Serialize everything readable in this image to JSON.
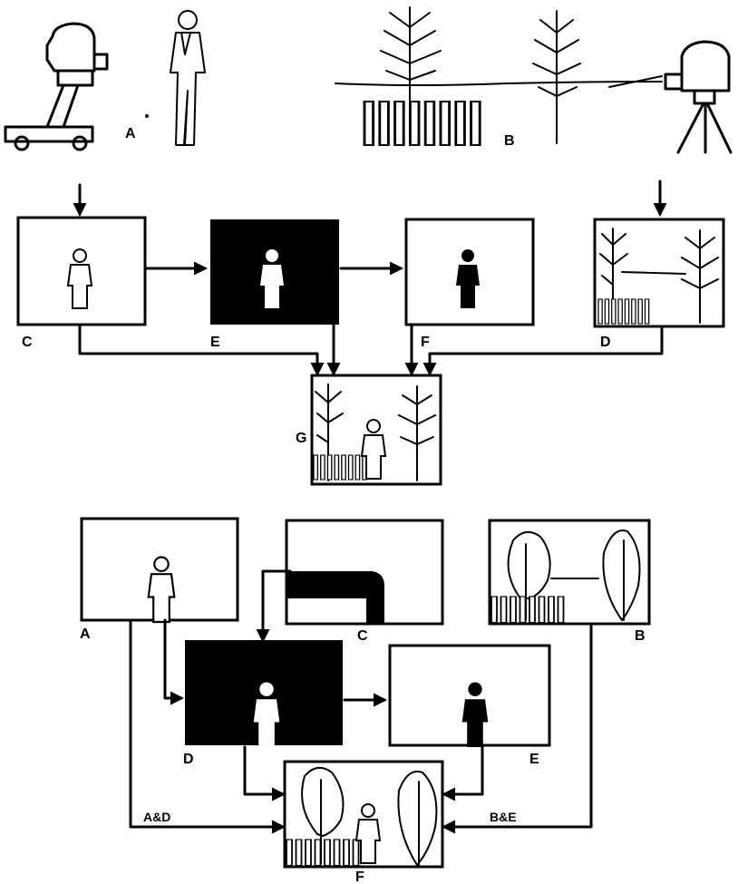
{
  "top_diagram": {
    "label_a": "A",
    "label_b": "B",
    "label_c": "C",
    "label_e": "E",
    "label_f": "F",
    "label_d": "D",
    "label_g": "G"
  },
  "bottom_diagram": {
    "label_a": "A",
    "label_c": "C",
    "label_b": "B",
    "label_d": "D",
    "label_e": "E",
    "label_f": "F",
    "label_ad": "A&D",
    "label_be": "B&E"
  }
}
